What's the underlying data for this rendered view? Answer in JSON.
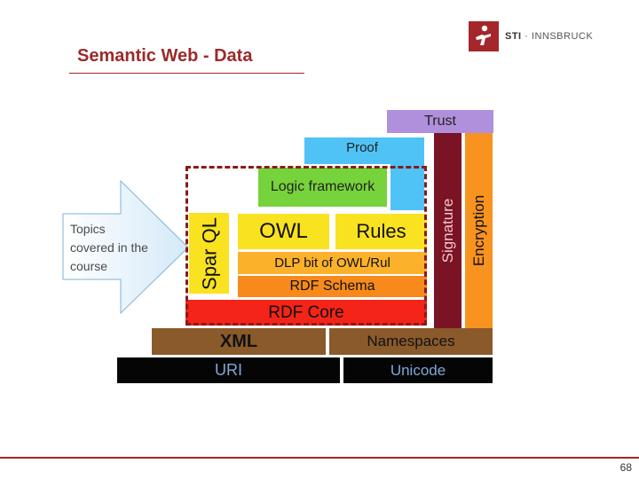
{
  "slide": {
    "title": "Semantic Web - Data",
    "page_number": "68"
  },
  "logo": {
    "brand": "STI",
    "sep": " · ",
    "name": "INNSBRUCK"
  },
  "arrow": {
    "text": "Topics covered in the course"
  },
  "stack": {
    "trust": "Trust",
    "proof": "Proof",
    "logic": "Logic framework",
    "sparql": "Spar QL",
    "owl": "OWL",
    "rules": "Rules",
    "dlp": "DLP bit of OWL/Rul",
    "rdf_schema": "RDF Schema",
    "rdf_core": "RDF Core",
    "signature": "Signature",
    "encryption": "Encryption",
    "xml": "XML",
    "namespaces": "Namespaces",
    "uri": "URI",
    "unicode": "Unicode"
  },
  "colors": {
    "accent": "#9b2a2a",
    "trust": "#b08fdc",
    "proof": "#4fc3f5",
    "logic": "#76d33b",
    "sparql": "#f9e21f",
    "owl": "#f9e21f",
    "rules": "#f9e21f",
    "dlp": "#fbb12a",
    "rdf_schema": "#f88a1c",
    "rdf_core": "#f42418",
    "signature": "#7a1323",
    "encryption": "#f7931e",
    "xml": "#8a5a2b",
    "namespaces": "#8a5a2b",
    "uri": "#050505",
    "unicode": "#050505"
  }
}
